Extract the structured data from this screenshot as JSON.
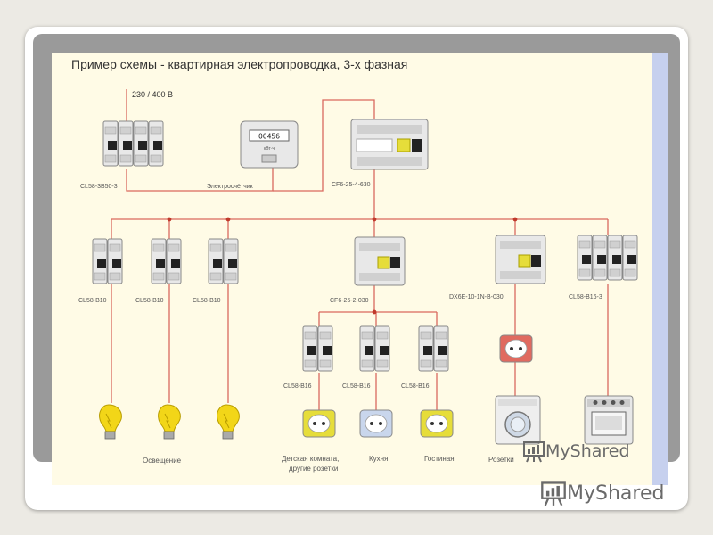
{
  "title": "Пример схемы - квартирная электропроводка, 3-х фазная",
  "voltage": "230 / 400 В",
  "labels": {
    "main_breaker": "CL58-3B50-3",
    "meter": "Электросчётчик",
    "rcd_main": "CF6-25-4-630",
    "b1": "CL58-B10",
    "b2": "CL58-B10",
    "b3": "CL58-B10",
    "rcd_mid": "CF6-25-2-030",
    "dif": "DX6E-10-1N-B-030",
    "b_right": "CL58-B16-3",
    "s1": "CL58-B16",
    "s2": "CL58-B16",
    "s3": "CL58-B16",
    "lighting": "Освещение",
    "room1": "Детская комната,",
    "room2": "другие розетки",
    "kitchen": "Кухня",
    "living": "Гостиная",
    "sockets": "Розетки"
  },
  "meter_display": "00456",
  "meter_unit": "кВт·ч",
  "watermark": "MyShared",
  "colors": {
    "wire": "#d9685e",
    "bulb": "#f2d618",
    "socket_yellow": "#e6dd3a",
    "socket_blue": "#c9d6ec",
    "socket_red": "#e06a60",
    "device": "#e5e5e5"
  },
  "icons": [
    "lightbulb-icon",
    "socket-icon",
    "washing-machine-icon",
    "stove-icon",
    "electric-meter-icon",
    "circuit-breaker-icon",
    "myshared-logo-icon"
  ]
}
